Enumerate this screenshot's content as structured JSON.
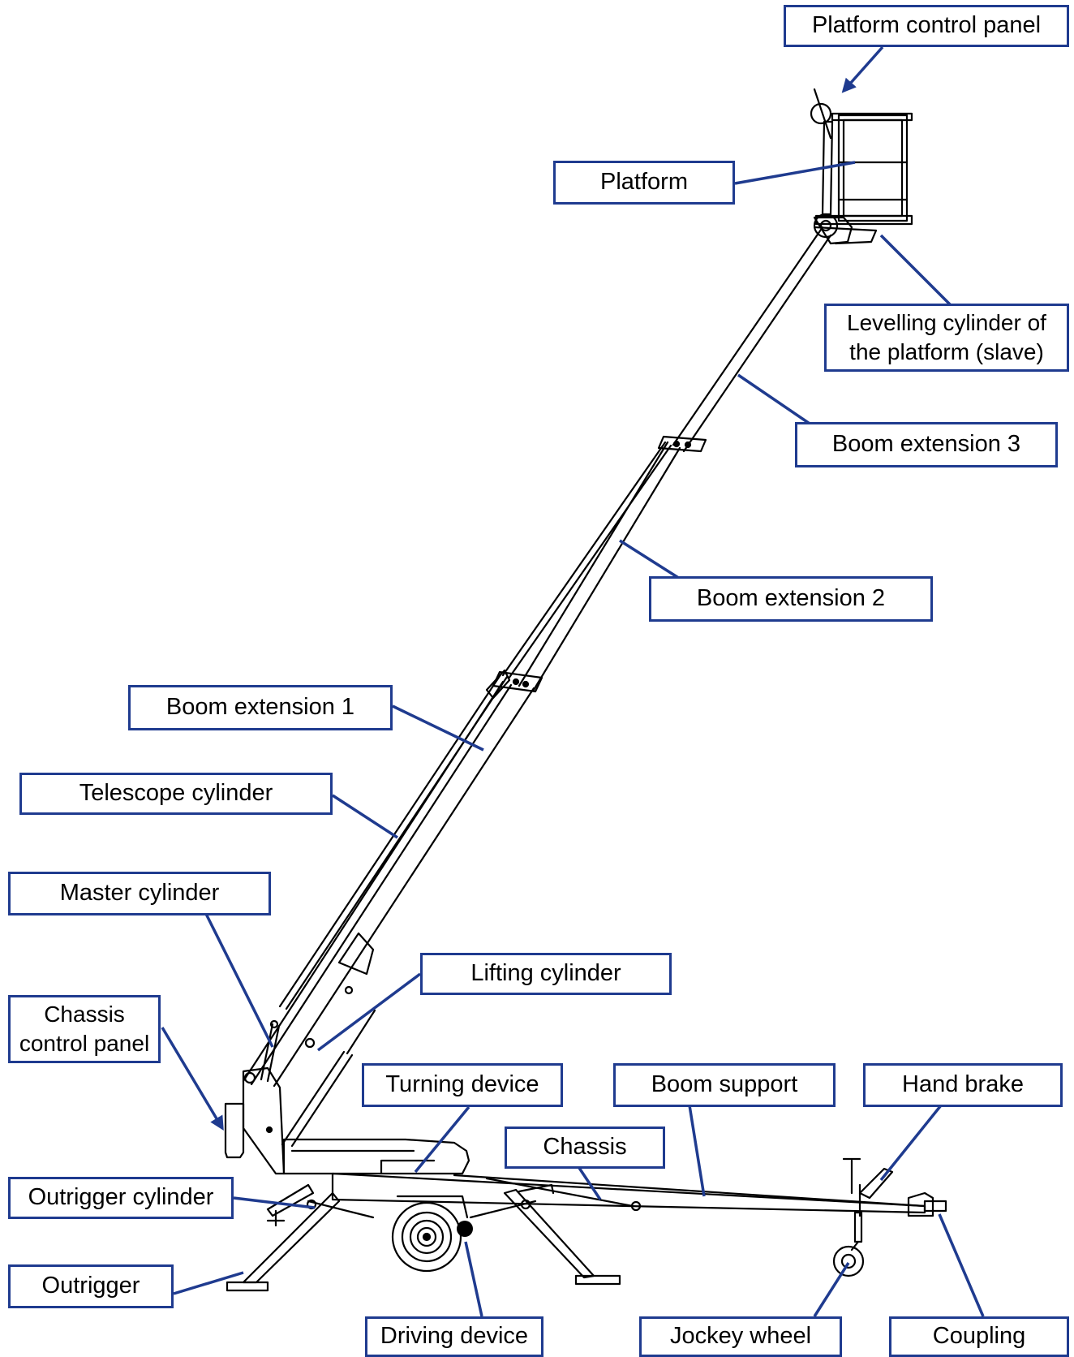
{
  "labels": {
    "platform_control_panel": "Platform control panel",
    "platform": "Platform",
    "levelling_cylinder": "Levelling cylinder of\nthe platform (slave)",
    "boom_extension_3": "Boom extension 3",
    "boom_extension_2": "Boom extension 2",
    "boom_extension_1": "Boom extension 1",
    "telescope_cylinder": "Telescope cylinder",
    "master_cylinder": "Master cylinder",
    "lifting_cylinder": "Lifting cylinder",
    "chassis_control_panel": "Chassis\ncontrol panel",
    "turning_device": "Turning device",
    "boom_support": "Boom support",
    "hand_brake": "Hand brake",
    "chassis": "Chassis",
    "outrigger_cylinder": "Outrigger cylinder",
    "outrigger": "Outrigger",
    "driving_device": "Driving device",
    "jockey_wheel": "Jockey wheel",
    "coupling": "Coupling"
  },
  "colors": {
    "callout": "#1f3b8f",
    "drawing": "#000000",
    "background": "#ffffff"
  }
}
